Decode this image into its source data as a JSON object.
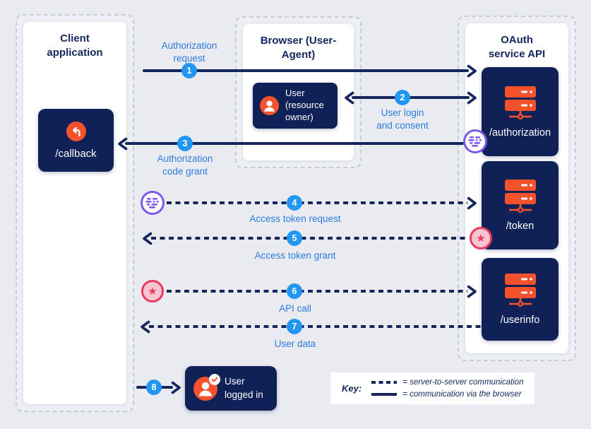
{
  "colors": {
    "background": "#E9EBF1",
    "navy_box": "#0F2156",
    "arrow_navy": "#14265C",
    "accent_blue": "#2196F3",
    "label_blue": "#2B7CDC",
    "orange": "#F4512D",
    "purple": "#7A5BE8",
    "red": "#E8395F",
    "pink": "#F9C4D1"
  },
  "containers": {
    "client": {
      "title": "Client application"
    },
    "browser": {
      "title": "Browser (User-Agent)"
    },
    "oauth": {
      "title": "OAuth service API"
    }
  },
  "nodes": {
    "callback": {
      "label": "/callback",
      "icon": "return-arrow-icon"
    },
    "user": {
      "label": "User (resource owner)",
      "icon": "person-icon"
    },
    "authorization": {
      "label": "/authorization",
      "icon": "server-icon"
    },
    "token": {
      "label": "/token",
      "icon": "server-icon"
    },
    "userinfo": {
      "label": "/userinfo",
      "icon": "server-icon"
    },
    "user_logged_in": {
      "label": "User logged in",
      "icon": "person-check-icon"
    }
  },
  "arrows": [
    {
      "num": "1",
      "label": "Authorization request",
      "style": "solid",
      "direction": "right"
    },
    {
      "num": "2",
      "label": "User login and consent",
      "style": "solid",
      "direction": "both"
    },
    {
      "num": "3",
      "label": "Authorization code grant",
      "style": "solid",
      "direction": "left"
    },
    {
      "num": "4",
      "label": "Access token request",
      "style": "dashed",
      "direction": "right"
    },
    {
      "num": "5",
      "label": "Access token grant",
      "style": "dashed",
      "direction": "left"
    },
    {
      "num": "6",
      "label": "API call",
      "style": "dashed",
      "direction": "right"
    },
    {
      "num": "7",
      "label": "User data",
      "style": "dashed",
      "direction": "left"
    },
    {
      "num": "8",
      "label": "",
      "style": "solid",
      "direction": "right"
    }
  ],
  "key": {
    "title": "Key:",
    "dashed_label": "= server-to-server communication",
    "solid_label": "= communication via the browser"
  }
}
